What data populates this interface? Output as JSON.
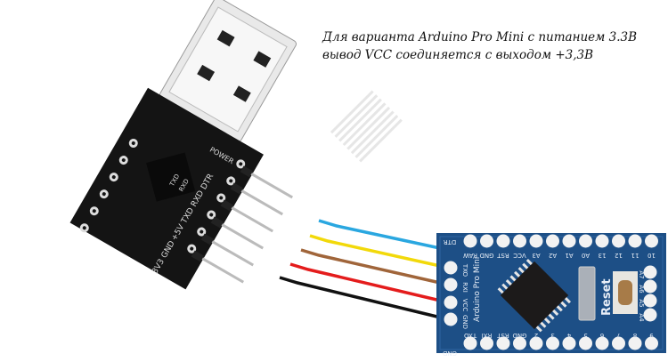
{
  "caption": {
    "line1": "Для варианта Arduino Pro Mini с питанием 3.3В",
    "line2": "вывод VCC соединяется с выходом +3,3В"
  },
  "usb_adapter": {
    "power_label": "POWER",
    "pins": [
      "DTR",
      "RXD",
      "TXD",
      "+5V",
      "GND",
      "3V3"
    ],
    "side_labels": [
      "TXD",
      "RXD"
    ]
  },
  "pro_mini": {
    "title": "Arduino Pro Mini",
    "reset_label": "Reset",
    "top_pins": [
      "RAW",
      "GND",
      "RST",
      "VCC",
      "A3",
      "A2",
      "A1",
      "A0",
      "13",
      "12",
      "11",
      "10"
    ],
    "bottom_pins": [
      "TXO",
      "RXI",
      "RST",
      "GND",
      "2",
      "3",
      "4",
      "5",
      "6",
      "7",
      "8",
      "9"
    ],
    "left_pins": [
      "DTR",
      "TXO",
      "RXI",
      "VCC",
      "GND",
      "GND"
    ],
    "right_pins": [
      "A7",
      "A6",
      "A5",
      "A4"
    ],
    "board_color": "#1d4f86"
  },
  "wires": [
    {
      "from": "DTR",
      "to": "DTR",
      "color": "#2aa7e0"
    },
    {
      "from": "RXD",
      "to": "TXO",
      "color": "#f2d90a"
    },
    {
      "from": "TXD",
      "to": "RXI",
      "color": "#a0653a"
    },
    {
      "from": "+5V",
      "to": "VCC",
      "color": "#e41c1c"
    },
    {
      "from": "GND",
      "to": "GND",
      "color": "#111111"
    }
  ]
}
